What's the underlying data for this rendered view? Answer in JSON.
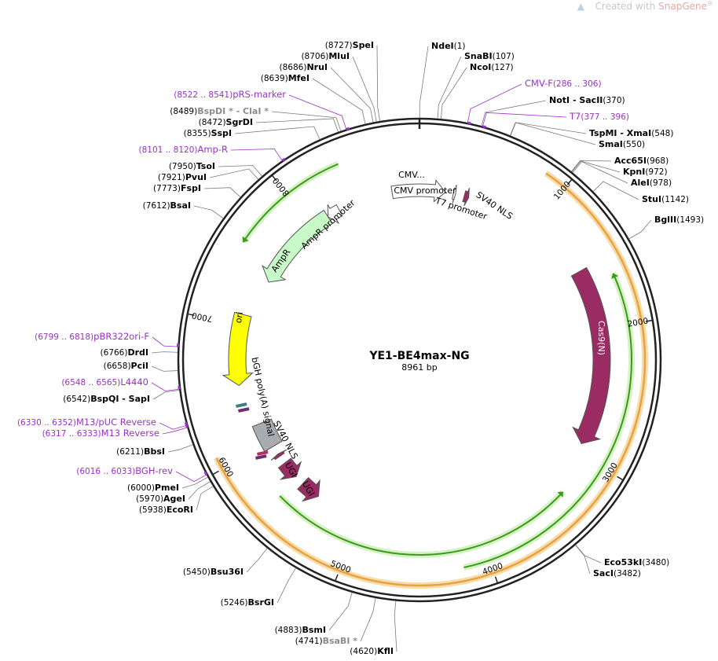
{
  "watermark": {
    "prefix": "Created with ",
    "brand": "SnapGene",
    "mark": "®"
  },
  "plasmid": {
    "name": "YE1-BE4max-NG",
    "size_label": "8961 bp",
    "length": 8961
  },
  "colors": {
    "backbone": "#222222",
    "feature_label": "#9b30c8",
    "site_label": "#000000",
    "nonunique_site": "#8c8c8c",
    "cds": "#9b2c63",
    "ori": "#ffff00",
    "ampr": "#c8fac8",
    "promoter": "#ffffff",
    "polya": "#a8acb0",
    "orange_arc": "#e8a33c",
    "green_arc": "#3a9a1a"
  },
  "ticks": [
    {
      "pos": 1000,
      "label": "1000"
    },
    {
      "pos": 2000,
      "label": "2000"
    },
    {
      "pos": 3000,
      "label": "3000"
    },
    {
      "pos": 4000,
      "label": "4000"
    },
    {
      "pos": 5000,
      "label": "5000"
    },
    {
      "pos": 6000,
      "label": "6000"
    },
    {
      "pos": 7000,
      "label": "7000"
    },
    {
      "pos": 8000,
      "label": "8000"
    }
  ],
  "features": [
    {
      "name": "Cas9(N)",
      "start": 1520,
      "end": 2920,
      "strand": 1,
      "type": "cds",
      "label_inside": true
    },
    {
      "name": "UGI",
      "start": 5390,
      "end": 5560,
      "strand": -1,
      "type": "cds",
      "label_inside": false
    },
    {
      "name": "UGI",
      "start": 5640,
      "end": 5790,
      "strand": -1,
      "type": "cds",
      "label_inside": false
    },
    {
      "name": "SV40 NLS",
      "start": 5860,
      "end": 5885,
      "strand": 1,
      "type": "cds_small",
      "label_inside": false
    },
    {
      "name": "bGH poly(A) signal",
      "start": 5960,
      "end": 6180,
      "strand": 1,
      "type": "polya",
      "label_inside": false
    },
    {
      "name": "ori",
      "start": 6520,
      "end": 7080,
      "strand": -1,
      "type": "ori",
      "label_inside": true
    },
    {
      "name": "AmpR",
      "start": 7400,
      "end": 8150,
      "strand": -1,
      "type": "ampr",
      "label_inside": true
    },
    {
      "name": "AmpR promoter",
      "start": 8150,
      "end": 8260,
      "strand": -1,
      "type": "promoter",
      "label_inside": false
    },
    {
      "name": "CMV promoter",
      "start": 8730,
      "end": 220,
      "strand": 1,
      "type": "promoter",
      "label_inside": false
    },
    {
      "name": "CMV...",
      "start": 8730,
      "end": 220,
      "strand": 1,
      "type": "inner_label",
      "label_inside": true
    },
    {
      "name": "T7 promoter",
      "start": 286,
      "end": 306,
      "strand": 1,
      "type": "promoter_small",
      "label_inside": false
    },
    {
      "name": "SV40 NLS",
      "start": 380,
      "end": 420,
      "strand": 1,
      "type": "cds_small",
      "label_inside": false
    }
  ],
  "arcs": {
    "orange": {
      "start": 850,
      "end": 6080
    },
    "green_inner_1": {
      "start": 1640,
      "end": 4180
    },
    "green_inner_2": {
      "start": 3300,
      "end": 5620
    },
    "green_ampr": {
      "start": 7560,
      "end": 8400
    }
  },
  "sites": [
    {
      "pos": 1,
      "name": "NdeI",
      "loc": "(1)",
      "side": "top"
    },
    {
      "pos": 107,
      "name": "SnaBI",
      "loc": "(107)",
      "side": "right"
    },
    {
      "pos": 127,
      "name": "NcoI",
      "loc": "(127)",
      "side": "right"
    },
    {
      "pos": 286,
      "name": "CMV-F",
      "loc": "(286 .. 306)",
      "side": "right",
      "primer": true
    },
    {
      "pos": 370,
      "name": "NotI - SacII",
      "loc": "(370)",
      "side": "right"
    },
    {
      "pos": 377,
      "name": "T7",
      "loc": "(377 .. 396)",
      "side": "right",
      "primer": true
    },
    {
      "pos": 548,
      "name": "TspMI - XmaI",
      "loc": "(548)",
      "side": "right"
    },
    {
      "pos": 550,
      "name": "SmaI",
      "loc": "(550)",
      "side": "right"
    },
    {
      "pos": 968,
      "name": "Acc65I",
      "loc": "(968)",
      "side": "right"
    },
    {
      "pos": 972,
      "name": "KpnI",
      "loc": "(972)",
      "side": "right"
    },
    {
      "pos": 978,
      "name": "AleI",
      "loc": "(978)",
      "side": "right"
    },
    {
      "pos": 1142,
      "name": "StuI",
      "loc": "(1142)",
      "side": "right"
    },
    {
      "pos": 1493,
      "name": "BglII",
      "loc": "(1493)",
      "side": "right"
    },
    {
      "pos": 3480,
      "name": "Eco53kI",
      "loc": "(3480)",
      "side": "right"
    },
    {
      "pos": 3482,
      "name": "SacI",
      "loc": "(3482)",
      "side": "right"
    },
    {
      "pos": 4620,
      "name": "KflI",
      "loc": "(4620)",
      "side": "left"
    },
    {
      "pos": 4741,
      "name": "BsaBI *",
      "loc": "(4741)",
      "side": "left",
      "gray": true
    },
    {
      "pos": 4883,
      "name": "BsmI",
      "loc": "(4883)",
      "side": "left"
    },
    {
      "pos": 5246,
      "name": "BsrGI",
      "loc": "(5246)",
      "side": "left"
    },
    {
      "pos": 5450,
      "name": "Bsu36I",
      "loc": "(5450)",
      "side": "left"
    },
    {
      "pos": 5938,
      "name": "EcoRI",
      "loc": "(5938)",
      "side": "left"
    },
    {
      "pos": 5970,
      "name": "AgeI",
      "loc": "(5970)",
      "side": "left"
    },
    {
      "pos": 6000,
      "name": "PmeI",
      "loc": "(6000)",
      "side": "left"
    },
    {
      "pos": 6016,
      "name": "BGH-rev",
      "loc": "(6016 .. 6033)",
      "side": "left",
      "primer": true
    },
    {
      "pos": 6211,
      "name": "BbsI",
      "loc": "(6211)",
      "side": "left"
    },
    {
      "pos": 6317,
      "name": "M13 Reverse",
      "loc": "(6317 .. 6333)",
      "side": "left",
      "primer": true
    },
    {
      "pos": 6330,
      "name": "M13/pUC Reverse",
      "loc": "(6330 .. 6352)",
      "side": "left",
      "primer": true
    },
    {
      "pos": 6542,
      "name": "BspQI - SapI",
      "loc": "(6542)",
      "side": "left"
    },
    {
      "pos": 6548,
      "name": "L4440",
      "loc": "(6548 .. 6565)",
      "side": "left",
      "primer": true
    },
    {
      "pos": 6658,
      "name": "PciI",
      "loc": "(6658)",
      "side": "left"
    },
    {
      "pos": 6766,
      "name": "DrdI",
      "loc": "(6766)",
      "side": "left"
    },
    {
      "pos": 6799,
      "name": "pBR322ori-F",
      "loc": "(6799 .. 6818)",
      "side": "left",
      "primer": true
    },
    {
      "pos": 7612,
      "name": "BsaI",
      "loc": "(7612)",
      "side": "left"
    },
    {
      "pos": 7773,
      "name": "FspI",
      "loc": "(7773)",
      "side": "left"
    },
    {
      "pos": 7921,
      "name": "PvuI",
      "loc": "(7921)",
      "side": "left"
    },
    {
      "pos": 7950,
      "name": "TsoI",
      "loc": "(7950)",
      "side": "left"
    },
    {
      "pos": 8101,
      "name": "Amp-R",
      "loc": "(8101 .. 8120)",
      "side": "left",
      "primer": true
    },
    {
      "pos": 8355,
      "name": "SspI",
      "loc": "(8355)",
      "side": "left"
    },
    {
      "pos": 8472,
      "name": "SgrDI",
      "loc": "(8472)",
      "side": "left"
    },
    {
      "pos": 8489,
      "name": "BspDI * - ClaI *",
      "loc": "(8489)",
      "side": "left",
      "gray": true
    },
    {
      "pos": 8522,
      "name": "pRS-marker",
      "loc": "(8522 .. 8541)",
      "side": "left",
      "primer": true
    },
    {
      "pos": 8639,
      "name": "MfeI",
      "loc": "(8639)",
      "side": "left"
    },
    {
      "pos": 8686,
      "name": "NruI",
      "loc": "(8686)",
      "side": "left"
    },
    {
      "pos": 8706,
      "name": "MluI",
      "loc": "(8706)",
      "side": "left"
    },
    {
      "pos": 8727,
      "name": "SpeI",
      "loc": "(8727)",
      "side": "left"
    }
  ]
}
